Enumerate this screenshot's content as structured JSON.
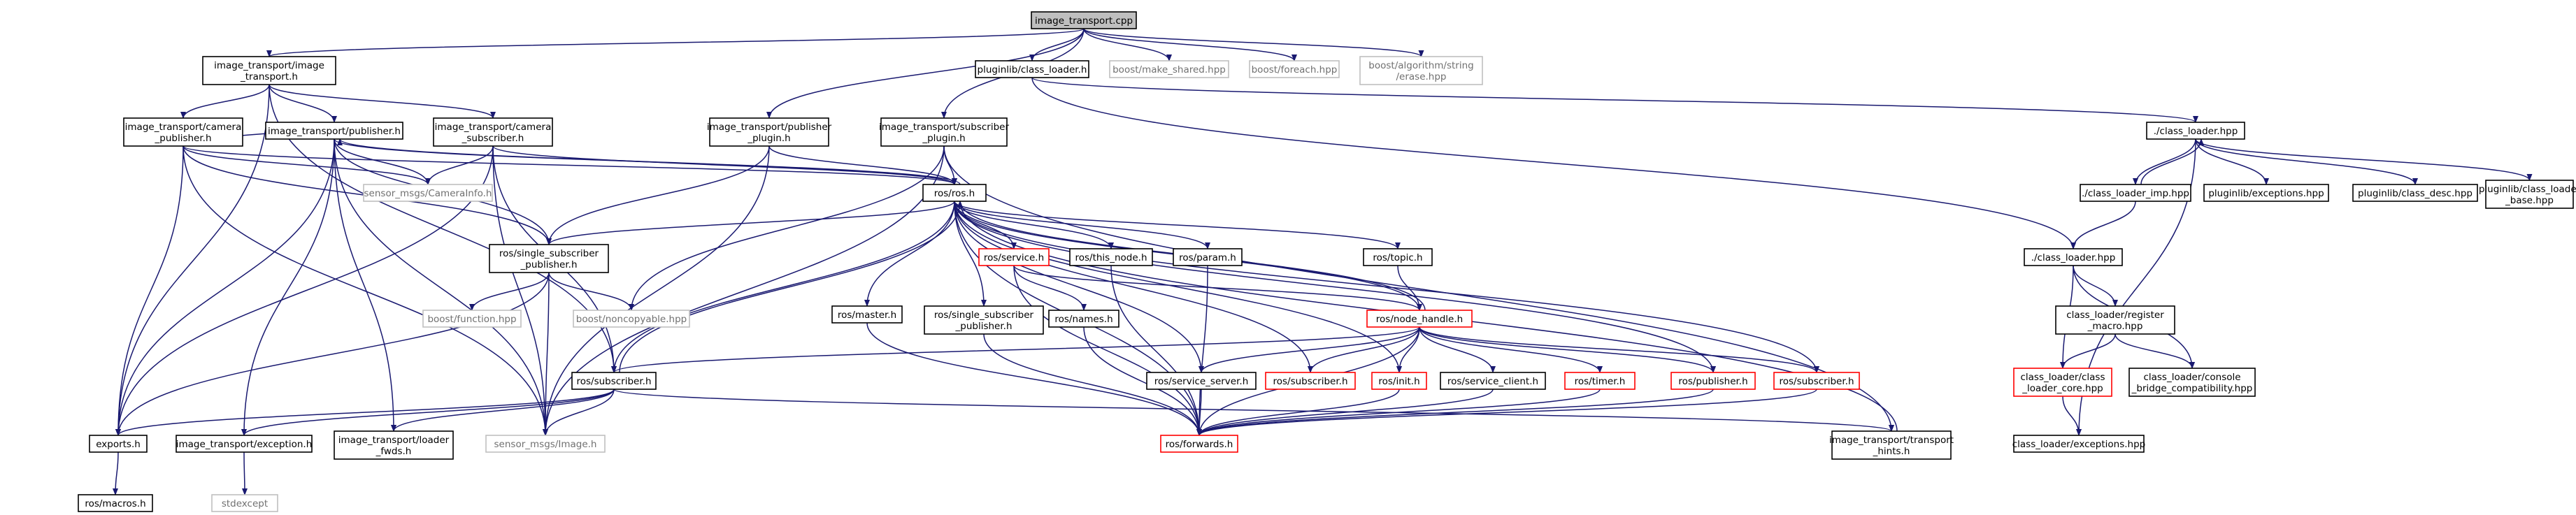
{
  "colors": {
    "edge": "#191970",
    "text": "#000000",
    "text_light": "#707070",
    "border_normal": "#000000",
    "border_missing": "#bfbfbf",
    "border_truncated": "#ff0000",
    "fill_root": "#bfbfbf",
    "fill_normal": "#ffffff"
  },
  "nodes": [
    {
      "id": "root",
      "lines": [
        "image_transport.cpp"
      ],
      "style": "root"
    },
    {
      "id": "it",
      "lines": [
        "image_transport/image",
        "_transport.h"
      ],
      "style": "normal"
    },
    {
      "id": "pcl",
      "lines": [
        "pluginlib/class_loader.h"
      ],
      "style": "normal"
    },
    {
      "id": "bms",
      "lines": [
        "boost/make_shared.hpp"
      ],
      "style": "missing"
    },
    {
      "id": "bfe",
      "lines": [
        "boost/foreach.hpp"
      ],
      "style": "missing"
    },
    {
      "id": "bae",
      "lines": [
        "boost/algorithm/string",
        "/erase.hpp"
      ],
      "style": "missing"
    },
    {
      "id": "itcp",
      "lines": [
        "image_transport/camera",
        "_publisher.h"
      ],
      "style": "normal"
    },
    {
      "id": "itp",
      "lines": [
        "image_transport/publisher.h"
      ],
      "style": "normal"
    },
    {
      "id": "itcs",
      "lines": [
        "image_transport/camera",
        "_subscriber.h"
      ],
      "style": "normal"
    },
    {
      "id": "itpp",
      "lines": [
        "image_transport/publisher",
        "_plugin.h"
      ],
      "style": "normal"
    },
    {
      "id": "itsp",
      "lines": [
        "image_transport/subscriber",
        "_plugin.h"
      ],
      "style": "normal"
    },
    {
      "id": "clh",
      "lines": [
        "./class_loader.hpp"
      ],
      "style": "normal"
    },
    {
      "id": "sci",
      "lines": [
        "sensor_msgs/CameraInfo.h"
      ],
      "style": "missing"
    },
    {
      "id": "ros",
      "lines": [
        "ros/ros.h"
      ],
      "style": "normal"
    },
    {
      "id": "clih",
      "lines": [
        "./class_loader_imp.hpp"
      ],
      "style": "normal"
    },
    {
      "id": "plex",
      "lines": [
        "pluginlib/exceptions.hpp"
      ],
      "style": "normal"
    },
    {
      "id": "plcd",
      "lines": [
        "pluginlib/class_desc.hpp"
      ],
      "style": "normal"
    },
    {
      "id": "plclb",
      "lines": [
        "pluginlib/class_loader",
        "_base.hpp"
      ],
      "style": "normal"
    },
    {
      "id": "rssp",
      "lines": [
        "ros/single_subscriber",
        "_publisher.h"
      ],
      "style": "normal"
    },
    {
      "id": "rsv",
      "lines": [
        "ros/service.h"
      ],
      "style": "truncated"
    },
    {
      "id": "rtn",
      "lines": [
        "ros/this_node.h"
      ],
      "style": "normal"
    },
    {
      "id": "rpa",
      "lines": [
        "ros/param.h"
      ],
      "style": "normal"
    },
    {
      "id": "rto",
      "lines": [
        "ros/topic.h"
      ],
      "style": "normal"
    },
    {
      "id": "clh2",
      "lines": [
        "./class_loader.hpp"
      ],
      "style": "normal"
    },
    {
      "id": "bf",
      "lines": [
        "boost/function.hpp"
      ],
      "style": "missing"
    },
    {
      "id": "bnc",
      "lines": [
        "boost/noncopyable.hpp"
      ],
      "style": "missing"
    },
    {
      "id": "rma",
      "lines": [
        "ros/master.h"
      ],
      "style": "normal"
    },
    {
      "id": "rssp2",
      "lines": [
        "ros/single_subscriber",
        "_publisher.h"
      ],
      "style": "normal"
    },
    {
      "id": "rna",
      "lines": [
        "ros/names.h"
      ],
      "style": "normal"
    },
    {
      "id": "rnh",
      "lines": [
        "ros/node_handle.h"
      ],
      "style": "truncated"
    },
    {
      "id": "clrm",
      "lines": [
        "class_loader/register",
        "_macro.hpp"
      ],
      "style": "normal"
    },
    {
      "id": "its",
      "lines": [
        "ros/subscriber.h"
      ],
      "style": "normal"
    },
    {
      "id": "rss",
      "lines": [
        "ros/service_server.h"
      ],
      "style": "normal"
    },
    {
      "id": "rsub1",
      "lines": [
        "ros/subscriber.h"
      ],
      "style": "truncated"
    },
    {
      "id": "rin",
      "lines": [
        "ros/init.h"
      ],
      "style": "truncated"
    },
    {
      "id": "rsc",
      "lines": [
        "ros/service_client.h"
      ],
      "style": "normal"
    },
    {
      "id": "rti",
      "lines": [
        "ros/timer.h"
      ],
      "style": "truncated"
    },
    {
      "id": "rpu",
      "lines": [
        "ros/publisher.h"
      ],
      "style": "truncated"
    },
    {
      "id": "rsub2",
      "lines": [
        "ros/subscriber.h"
      ],
      "style": "truncated"
    },
    {
      "id": "clcore",
      "lines": [
        "class_loader/class",
        "_loader_core.hpp"
      ],
      "style": "truncated"
    },
    {
      "id": "clcbc",
      "lines": [
        "class_loader/console",
        "_bridge_compatibility.hpp"
      ],
      "style": "normal"
    },
    {
      "id": "exp",
      "lines": [
        "exports.h"
      ],
      "style": "normal"
    },
    {
      "id": "ite",
      "lines": [
        "image_transport/exception.h"
      ],
      "style": "normal"
    },
    {
      "id": "itlf",
      "lines": [
        "image_transport/loader",
        "_fwds.h"
      ],
      "style": "normal"
    },
    {
      "id": "smi",
      "lines": [
        "sensor_msgs/Image.h"
      ],
      "style": "missing"
    },
    {
      "id": "rfw",
      "lines": [
        "ros/forwards.h"
      ],
      "style": "truncated"
    },
    {
      "id": "itth",
      "lines": [
        "image_transport/transport",
        "_hints.h"
      ],
      "style": "normal"
    },
    {
      "id": "clex",
      "lines": [
        "class_loader/exceptions.hpp"
      ],
      "style": "normal"
    },
    {
      "id": "rmac",
      "lines": [
        "ros/macros.h"
      ],
      "style": "normal"
    },
    {
      "id": "stde",
      "lines": [
        "stdexcept"
      ],
      "style": "missing"
    }
  ],
  "edges": [
    [
      "root",
      "it"
    ],
    [
      "root",
      "pcl"
    ],
    [
      "root",
      "bms"
    ],
    [
      "root",
      "bfe"
    ],
    [
      "root",
      "bae"
    ],
    [
      "root",
      "itpp"
    ],
    [
      "root",
      "itsp"
    ],
    [
      "it",
      "itcp"
    ],
    [
      "it",
      "itp"
    ],
    [
      "it",
      "itcs"
    ],
    [
      "it",
      "exp"
    ],
    [
      "it",
      "its"
    ],
    [
      "pcl",
      "clh"
    ],
    [
      "pcl",
      "clh2"
    ],
    [
      "itcp",
      "itp"
    ],
    [
      "itcp",
      "sci"
    ],
    [
      "itcp",
      "ros"
    ],
    [
      "itcp",
      "rssp"
    ],
    [
      "itcp",
      "exp"
    ],
    [
      "itcp",
      "smi"
    ],
    [
      "itp",
      "ros"
    ],
    [
      "itp",
      "rssp"
    ],
    [
      "itp",
      "exp"
    ],
    [
      "itp",
      "ite"
    ],
    [
      "itp",
      "itlf"
    ],
    [
      "itp",
      "smi"
    ],
    [
      "itp",
      "sci"
    ],
    [
      "itcs",
      "sci"
    ],
    [
      "itcs",
      "ros"
    ],
    [
      "itcs",
      "its"
    ],
    [
      "itcs",
      "exp"
    ],
    [
      "itcs",
      "smi"
    ],
    [
      "itpp",
      "ros"
    ],
    [
      "itpp",
      "rssp"
    ],
    [
      "itpp",
      "smi"
    ],
    [
      "itsp",
      "ros"
    ],
    [
      "itsp",
      "smi"
    ],
    [
      "itsp",
      "bnc"
    ],
    [
      "itsp",
      "itth"
    ],
    [
      "ros",
      "itp"
    ],
    [
      "ros",
      "rssp"
    ],
    [
      "ros",
      "rsv"
    ],
    [
      "ros",
      "rtn"
    ],
    [
      "ros",
      "rpa"
    ],
    [
      "ros",
      "rto"
    ],
    [
      "ros",
      "rma"
    ],
    [
      "ros",
      "rssp2"
    ],
    [
      "ros",
      "rnh"
    ],
    [
      "ros",
      "its"
    ],
    [
      "ros",
      "rss"
    ],
    [
      "ros",
      "rsub1"
    ],
    [
      "ros",
      "rin"
    ],
    [
      "ros",
      "rpu"
    ],
    [
      "ros",
      "rsub2"
    ],
    [
      "ros",
      "rfw"
    ],
    [
      "rssp",
      "bf"
    ],
    [
      "rssp",
      "bnc"
    ],
    [
      "rssp",
      "exp"
    ],
    [
      "rssp",
      "smi"
    ],
    [
      "rsv",
      "rna"
    ],
    [
      "rsv",
      "rnh"
    ],
    [
      "rsv",
      "rfw"
    ],
    [
      "rtn",
      "rfw"
    ],
    [
      "rpa",
      "rfw"
    ],
    [
      "rto",
      "rnh"
    ],
    [
      "rma",
      "rfw"
    ],
    [
      "rssp2",
      "rfw"
    ],
    [
      "rna",
      "rfw"
    ],
    [
      "rnh",
      "its"
    ],
    [
      "rnh",
      "rss"
    ],
    [
      "rnh",
      "rsub1"
    ],
    [
      "rnh",
      "rin"
    ],
    [
      "rnh",
      "rsc"
    ],
    [
      "rnh",
      "rti"
    ],
    [
      "rnh",
      "rpu"
    ],
    [
      "rnh",
      "rsub2"
    ],
    [
      "rnh",
      "ros"
    ],
    [
      "rnh",
      "rfw"
    ],
    [
      "its",
      "ros"
    ],
    [
      "its",
      "exp"
    ],
    [
      "its",
      "ite"
    ],
    [
      "its",
      "itlf"
    ],
    [
      "its",
      "smi"
    ],
    [
      "its",
      "itth"
    ],
    [
      "rss",
      "rfw"
    ],
    [
      "rin",
      "rfw"
    ],
    [
      "rsc",
      "rfw"
    ],
    [
      "rti",
      "rfw"
    ],
    [
      "rpu",
      "rfw"
    ],
    [
      "rsub2",
      "rfw"
    ],
    [
      "itth",
      "ros"
    ],
    [
      "exp",
      "rmac"
    ],
    [
      "ite",
      "stde"
    ],
    [
      "clh",
      "clih"
    ],
    [
      "clh",
      "plex"
    ],
    [
      "clh",
      "plcd"
    ],
    [
      "clh",
      "plclb"
    ],
    [
      "clh",
      "clex"
    ],
    [
      "clih",
      "clh"
    ],
    [
      "clih",
      "clh2"
    ],
    [
      "clh2",
      "clrm"
    ],
    [
      "clh2",
      "clcore"
    ],
    [
      "clh2",
      "clcbc"
    ],
    [
      "clrm",
      "clcore"
    ],
    [
      "clrm",
      "clcbc"
    ],
    [
      "clcore",
      "clex"
    ]
  ]
}
